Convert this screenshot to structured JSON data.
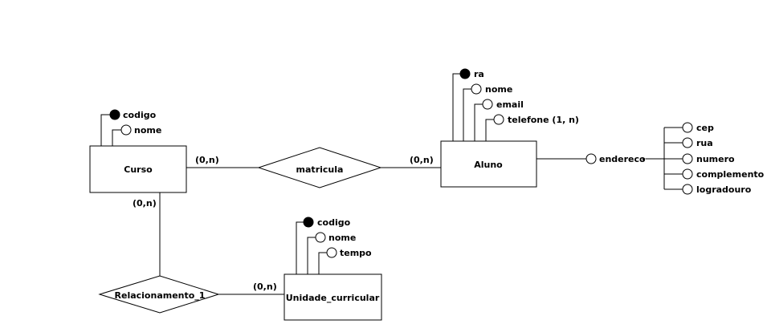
{
  "entities": {
    "curso": {
      "name": "Curso",
      "attributes": [
        {
          "label": "codigo",
          "key": true
        },
        {
          "label": "nome",
          "key": false
        }
      ]
    },
    "aluno": {
      "name": "Aluno",
      "attributes": [
        {
          "label": "ra",
          "key": true
        },
        {
          "label": "nome",
          "key": false
        },
        {
          "label": "email",
          "key": false
        },
        {
          "label": "telefone (1, n)",
          "key": false
        }
      ],
      "composite": {
        "label": "endereco",
        "parts": [
          "cep",
          "rua",
          "numero",
          "complemento",
          "logradouro"
        ]
      }
    },
    "unidade": {
      "name": "Unidade_curricular",
      "attributes": [
        {
          "label": "codigo",
          "key": true
        },
        {
          "label": "nome",
          "key": false
        },
        {
          "label": "tempo",
          "key": false
        }
      ]
    }
  },
  "relationships": {
    "matricula": {
      "name": "matricula",
      "card_left": "(0,n)",
      "card_right": "(0,n)"
    },
    "relacionamento": {
      "name": "Relacionamento_1",
      "card_top": "(0,n)",
      "card_right": "(0,n)"
    }
  }
}
